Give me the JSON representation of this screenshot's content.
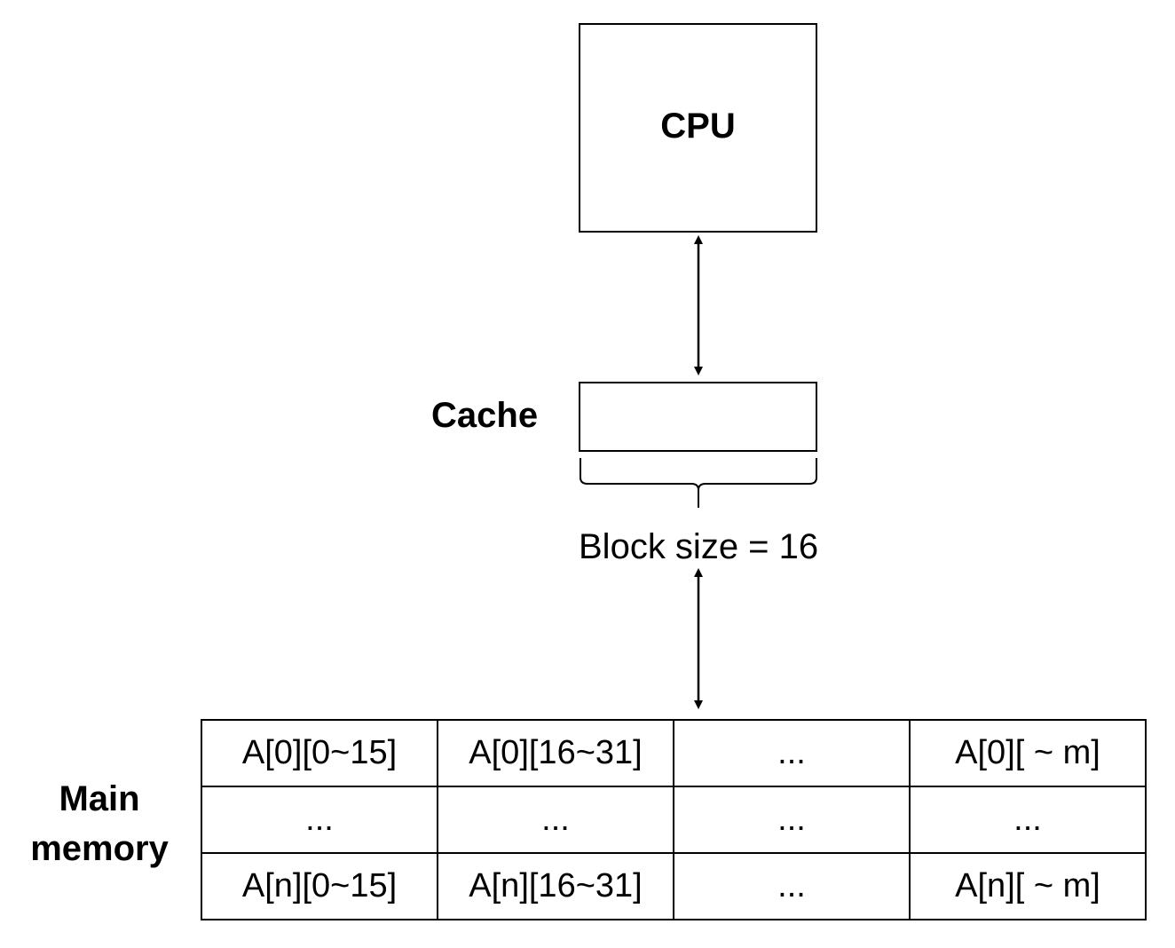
{
  "cpu": {
    "label": "CPU"
  },
  "cache": {
    "label": "Cache"
  },
  "block_size": {
    "label": "Block size = 16"
  },
  "main_memory": {
    "label_line1": "Main",
    "label_line2": "memory",
    "rows": [
      [
        "A[0][0~15]",
        "A[0][16~31]",
        "...",
        "A[0][ ~ m]"
      ],
      [
        "...",
        "...",
        "...",
        "..."
      ],
      [
        "A[n][0~15]",
        "A[n][16~31]",
        "...",
        "A[n][ ~ m]"
      ]
    ]
  }
}
